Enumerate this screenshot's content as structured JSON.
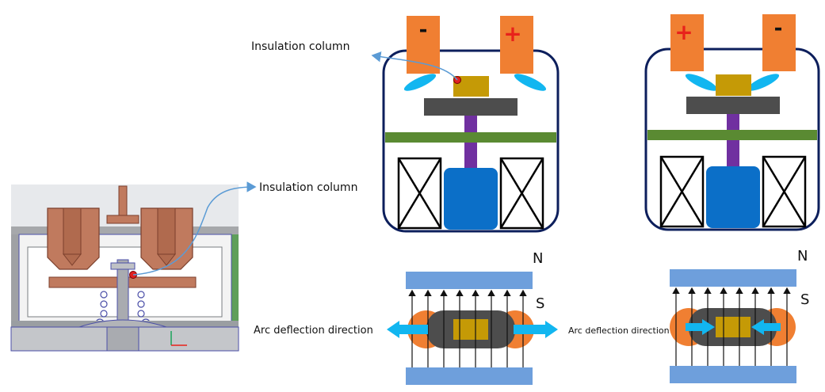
{
  "labels": {
    "insulation_column_top": "Insulation column",
    "insulation_column_left": "Insulation column",
    "arc_deflection_left": "Arc deflection direction",
    "arc_deflection_right": "Arc deflection direction"
  },
  "relay_left": {
    "terminal_left_sign": "-",
    "terminal_right_sign": "+"
  },
  "relay_right": {
    "terminal_left_sign": "+",
    "terminal_right_sign": "-"
  },
  "magnet_left": {
    "north": "N",
    "south": "S"
  },
  "magnet_right": {
    "north": "N",
    "south": "S"
  },
  "colors": {
    "terminal": "#f07f32",
    "sign_red": "#e8221b",
    "housing": "#0d1f5c",
    "contact": "#c59a06",
    "bridge": "#4d4d4d",
    "plate": "#5a8a32",
    "shaft": "#7030a0",
    "core": "#0b6fc8",
    "arc": "#12b6f0",
    "magnet": "#6e9fdc",
    "callout": "#5b9bd5"
  }
}
